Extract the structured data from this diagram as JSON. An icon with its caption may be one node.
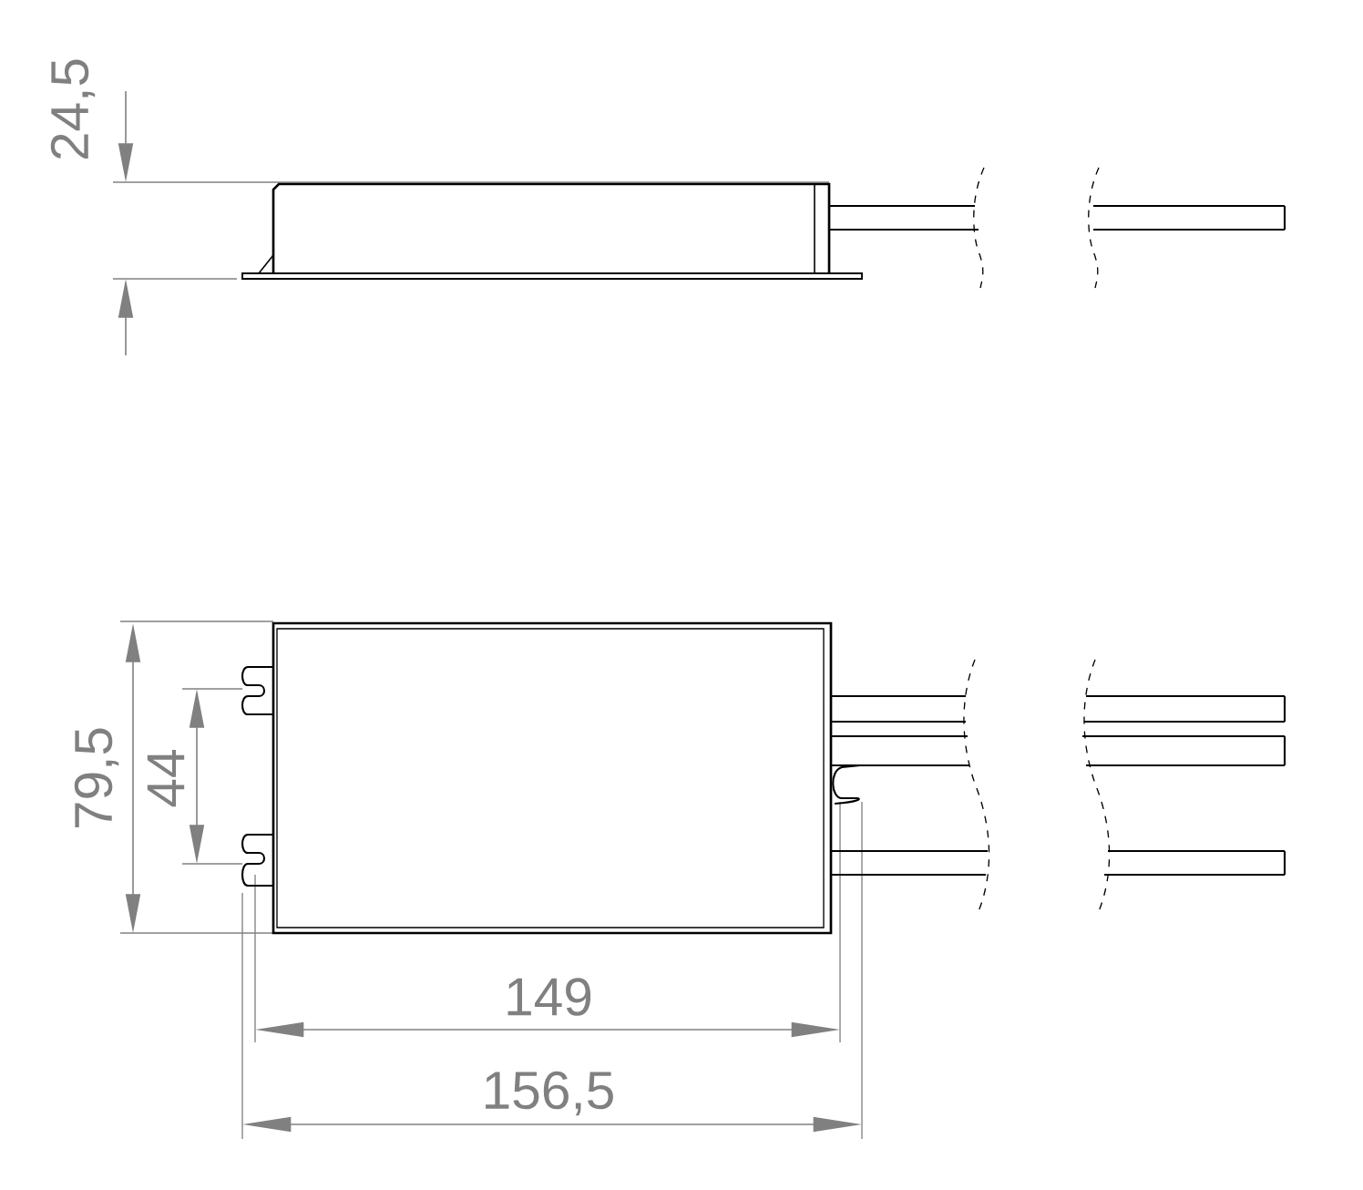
{
  "diagram": {
    "labels": [
      "24,5",
      "79,5",
      "44",
      "149",
      "156,5"
    ]
  }
}
